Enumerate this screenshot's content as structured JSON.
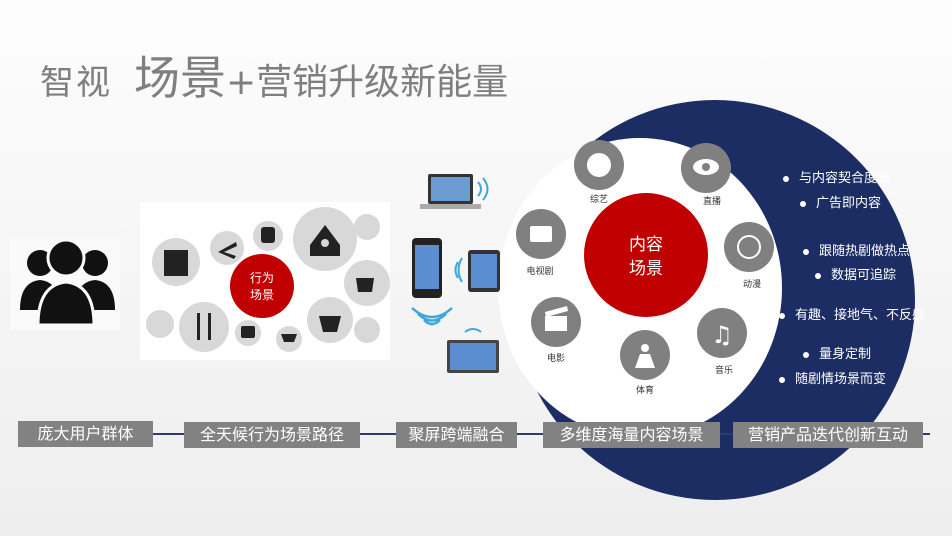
{
  "title": {
    "prefix": "智视",
    "main": "场景",
    "suffix": "+营销升级新能量"
  },
  "behavior_label": "行为\n场景",
  "content_label": "内容\n场景",
  "content_items": [
    "综艺",
    "直播",
    "动漫",
    "音乐",
    "体育",
    "电影",
    "电视剧"
  ],
  "bullets": [
    "与内容契合度高",
    "广告即内容",
    "跟随热剧做热点",
    "数据可追踪",
    "有趣、接地气、不反感",
    "量身定制",
    "随剧情场景而变"
  ],
  "steps": [
    "庞大用户群体",
    "全天候行为场景路径",
    "聚屏跨端融合",
    "多维度海量内容场景",
    "营销产品迭代创新互动"
  ],
  "colors": {
    "navy": "#1b2d63",
    "red": "#c00000",
    "gray": "#828282"
  }
}
